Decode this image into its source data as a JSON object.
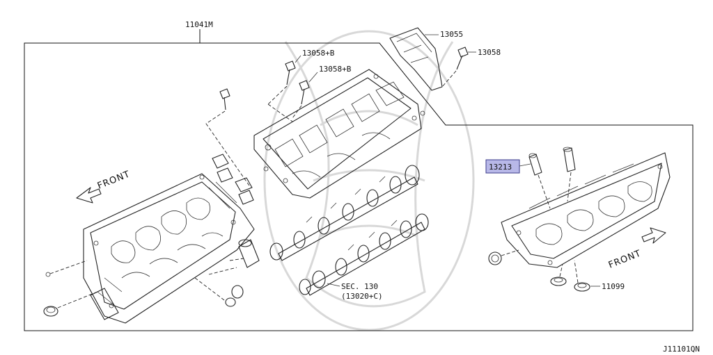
{
  "labels": {
    "assembly": "11041M",
    "p13055": "13055",
    "p13058": "13058",
    "p13058b_upper": "13058+B",
    "p13058b_lower": "13058+B",
    "p13213": "13213",
    "p11099": "11099",
    "sec_line1": "SEC. 130",
    "sec_line2": "(13020+C)",
    "front_left": "FRONT",
    "front_right": "FRONT",
    "diagram_code": "J11101QN"
  },
  "colors": {
    "highlight_fill": "#b8b8e8",
    "highlight_stroke": "#3a3a8a",
    "line": "#222222"
  }
}
